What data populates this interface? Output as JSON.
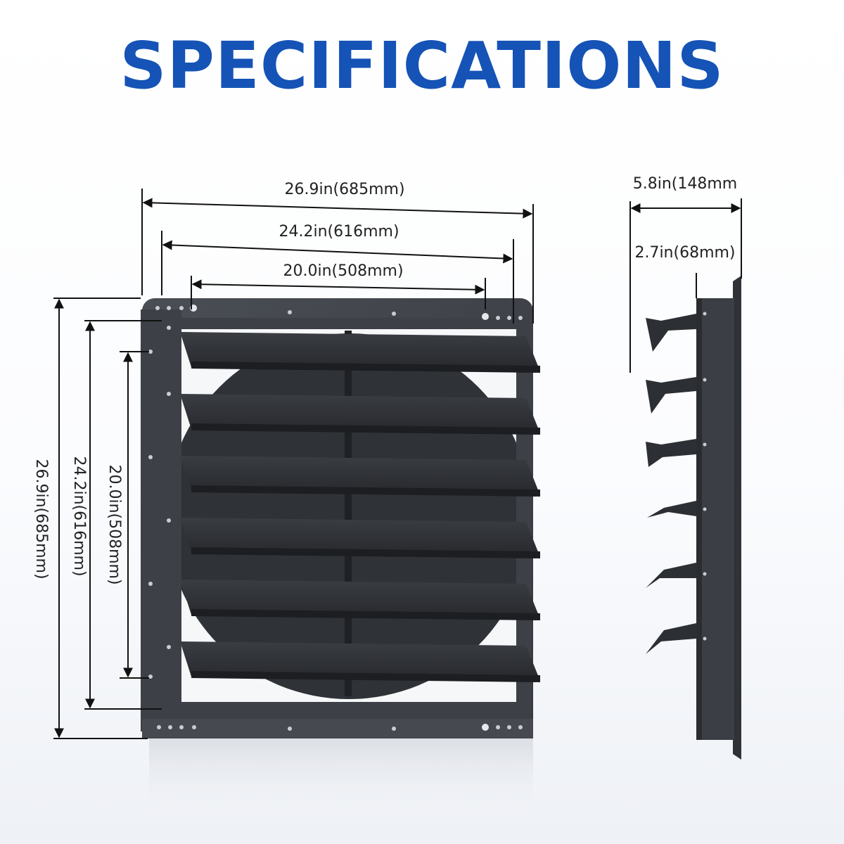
{
  "title": "SPECIFICATIONS",
  "front_view": {
    "width_outer": "26.9in(685mm)",
    "width_flange": "24.2in(616mm)",
    "width_inner": "20.0in(508mm)",
    "height_outer": "26.9in(685mm)",
    "height_flange": "24.2in(616mm)",
    "height_inner": "20.0in(508mm)",
    "louver_count": 6
  },
  "side_view": {
    "depth_total": "5.8in(148mm",
    "depth_frame": "2.7in(68mm)"
  },
  "colors": {
    "title": "#1553b6",
    "frame": "#3e4248",
    "louver": "#2e3136",
    "dimension": "#111111"
  }
}
